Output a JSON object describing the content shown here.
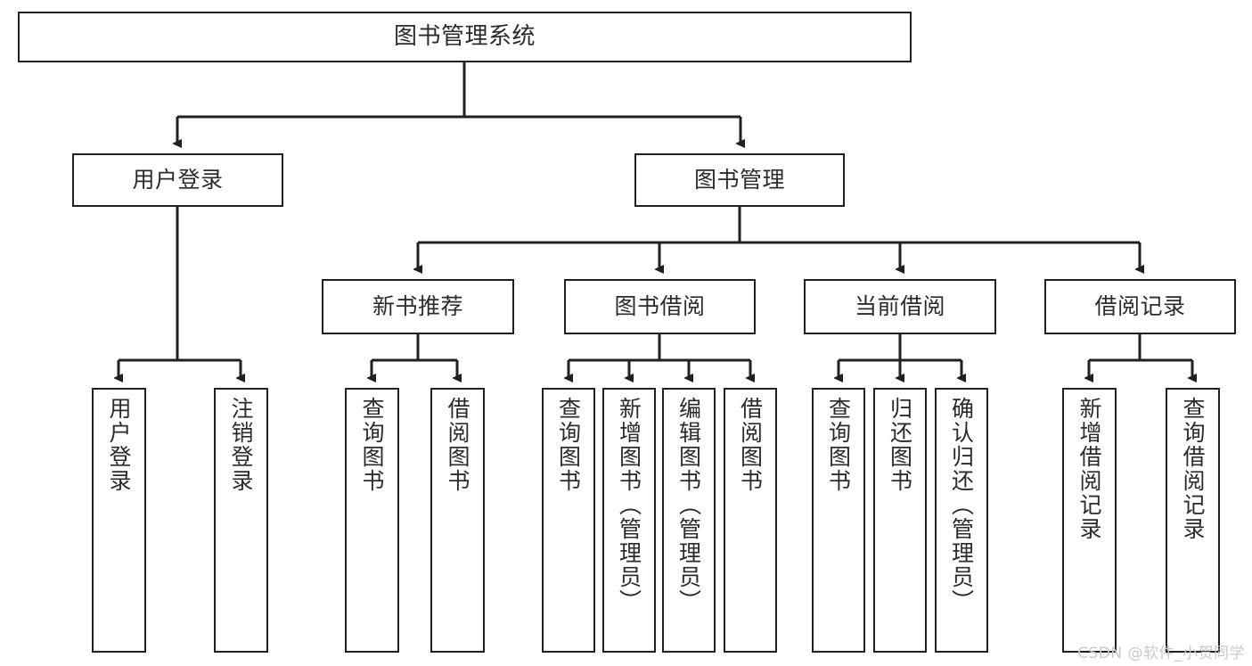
{
  "diagram": {
    "title": "图书管理系统",
    "type": "tree-hierarchy-chart",
    "colors": {
      "stroke": "#1f2022",
      "box_fill": "#ffffff",
      "text": "#2b2b2b",
      "background": "#ffffff",
      "watermark": "#c9c9c9"
    },
    "root": {
      "label": "图书管理系统"
    },
    "level2": [
      {
        "label": "用户登录"
      },
      {
        "label": "图书管理"
      }
    ],
    "level3": [
      {
        "label": "新书推荐"
      },
      {
        "label": "图书借阅"
      },
      {
        "label": "当前借阅"
      },
      {
        "label": "借阅记录"
      }
    ],
    "leaves": {
      "user_login": [
        {
          "label": "用户登录"
        },
        {
          "label": "注销登录"
        }
      ],
      "new_book_recommend": [
        {
          "label": "查询图书"
        },
        {
          "label": "借阅图书"
        }
      ],
      "book_borrow": [
        {
          "label": "查询图书"
        },
        {
          "label": "新增图书（管理员）"
        },
        {
          "label": "编辑图书（管理员）"
        },
        {
          "label": "借阅图书"
        }
      ],
      "current_borrow": [
        {
          "label": "查询图书"
        },
        {
          "label": "归还图书"
        },
        {
          "label": "确认归还（管理员）"
        }
      ],
      "borrow_record": [
        {
          "label": "新增借阅记录"
        },
        {
          "label": "查询借阅记录"
        }
      ]
    }
  },
  "watermark": {
    "text": "CSDN @软件_小贺同学"
  }
}
